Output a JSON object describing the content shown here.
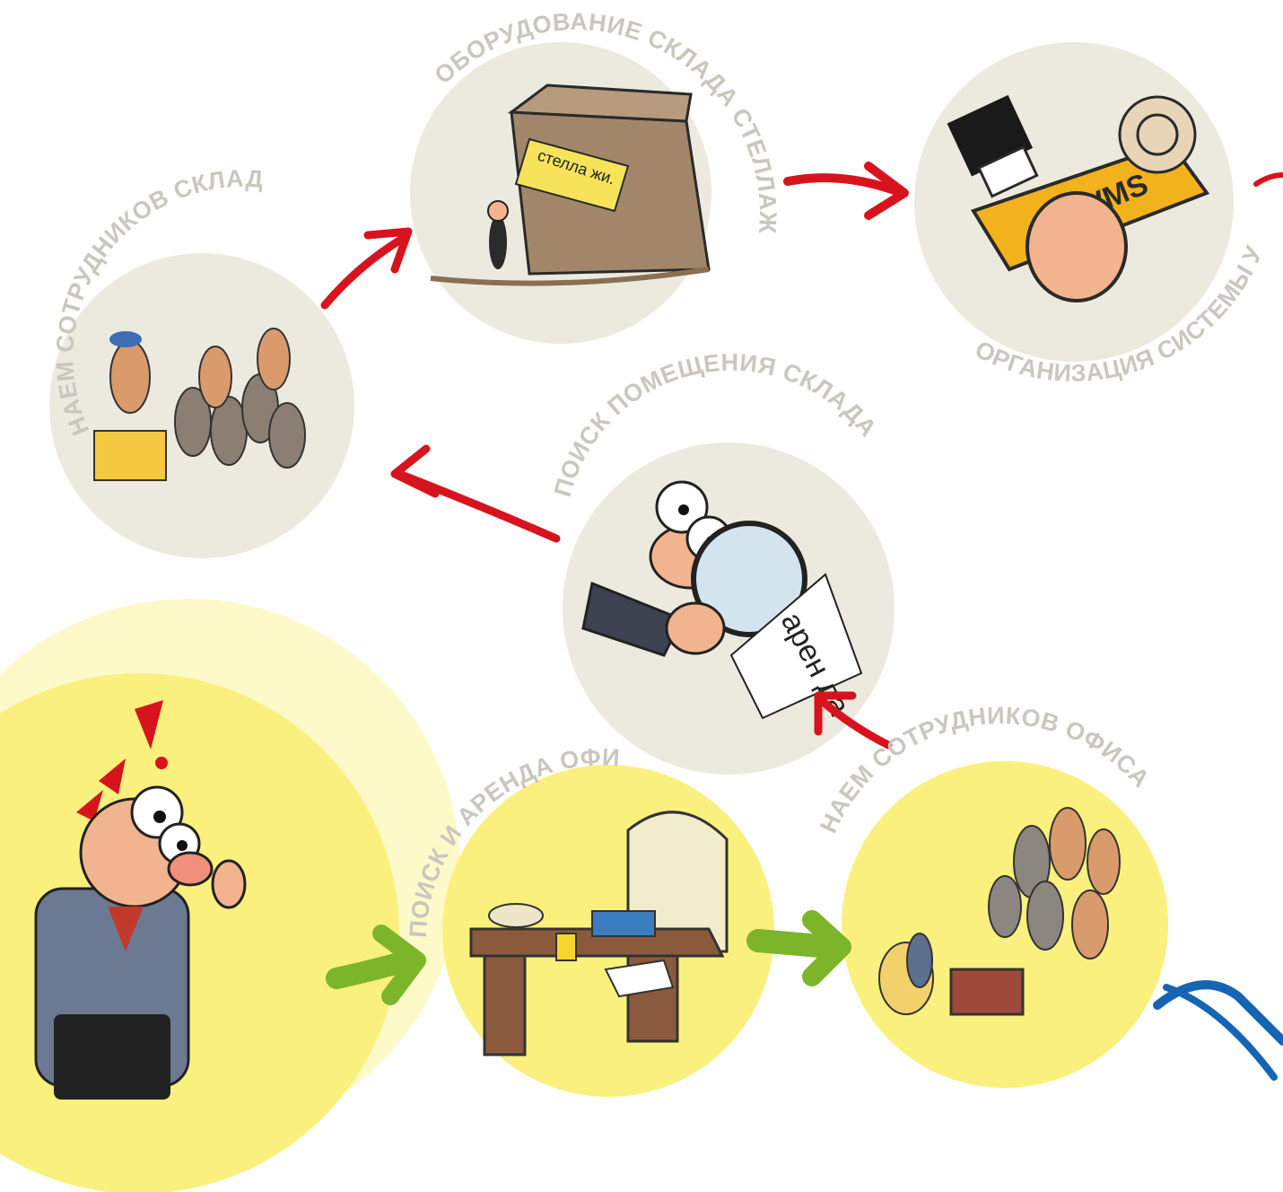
{
  "labels": {
    "hire_warehouse": "НАЕМ СОТРУДНИКОВ  СКЛАДА",
    "warehouse_racks": "ОБОРУДОВАНИЕ СКЛАДА СТЕЛЛАЖАМИ",
    "accounting_system": "ОРГАНИЗАЦИЯ СИСТЕМЫ УЧЕТА",
    "find_warehouse": "ПОИСК ПОМЕЩЕНИЯ СКЛАДА",
    "find_office": "ПОИСК И АРЕНДА ОФИСА",
    "hire_office": "НАЕМ СОТРУДНИКОВ  ОФИСА"
  },
  "illustration_text": {
    "box_sign": "стелла жи.",
    "rent_paper": "арен да",
    "stamp": "WMS"
  },
  "colors": {
    "grey_circle": "#ECEADF",
    "yellow_circle": "#FAF07E",
    "pale_yellow": "#FDF9C9",
    "label_text": "#C9C7BE",
    "red_arrow": "#D7141E",
    "green_arrow": "#7DB52A",
    "blue_arrow": "#1565B4"
  }
}
